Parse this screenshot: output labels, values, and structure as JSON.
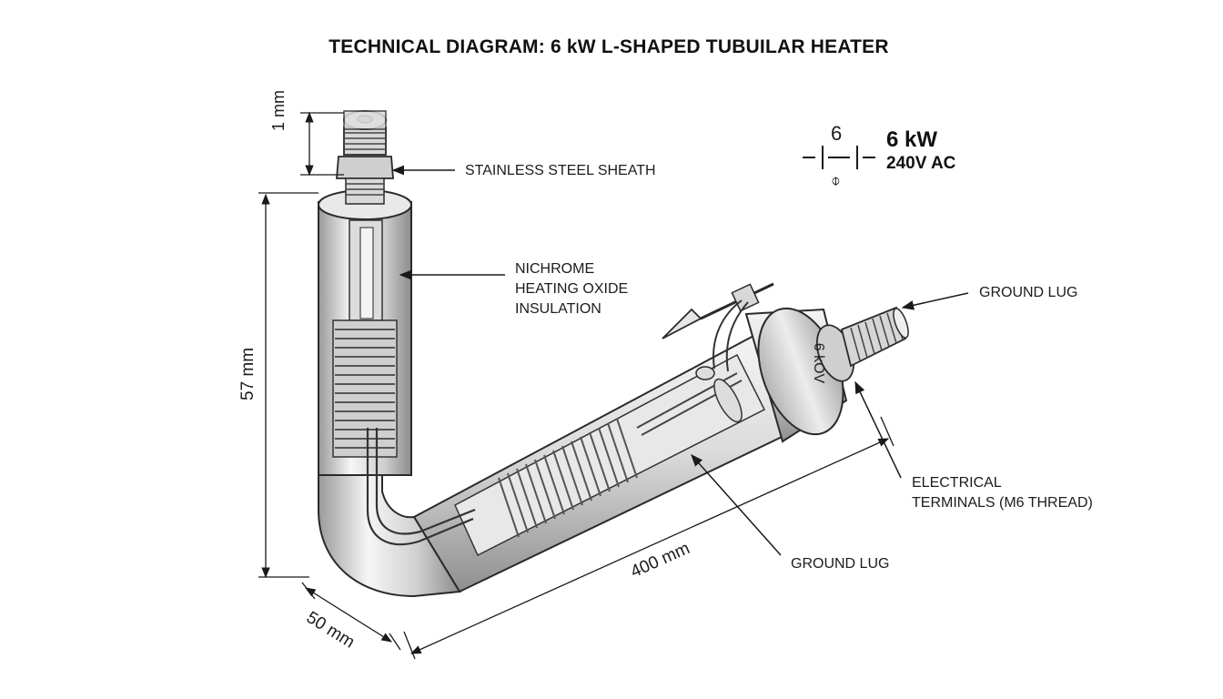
{
  "title": "TECHNICAL DIAGRAM: 6 kW L-SHAPED TUBUILAR HEATER",
  "labels": {
    "stainless_sheath": "STAINLESS STEEL SHEATH",
    "nichrome_line1": "NICHROME",
    "nichrome_line2": "HEATING OXIDE",
    "nichrome_line3": "INSULATION",
    "ground_lug_top": "GROUND LUG",
    "ground_lug_bottom": "GROUND LUG",
    "terminals_line1": "ELECTRICAL",
    "terminals_line2": "TERMINALS (M6 THREAD)"
  },
  "rating": {
    "power": "6 kW",
    "voltage": "240V AC",
    "symbol_top": "6",
    "symbol_bottom": "⌽"
  },
  "stamp": "6 kOV",
  "dimensions": {
    "thread": "1 mm",
    "height": "57 mm",
    "depth": "50 mm",
    "length": "400 mm"
  },
  "colors": {
    "steel_light": "#f4f4f4",
    "steel_mid": "#c9c9c9",
    "steel_dark": "#8a8a8a",
    "outline": "#2a2a2a"
  }
}
